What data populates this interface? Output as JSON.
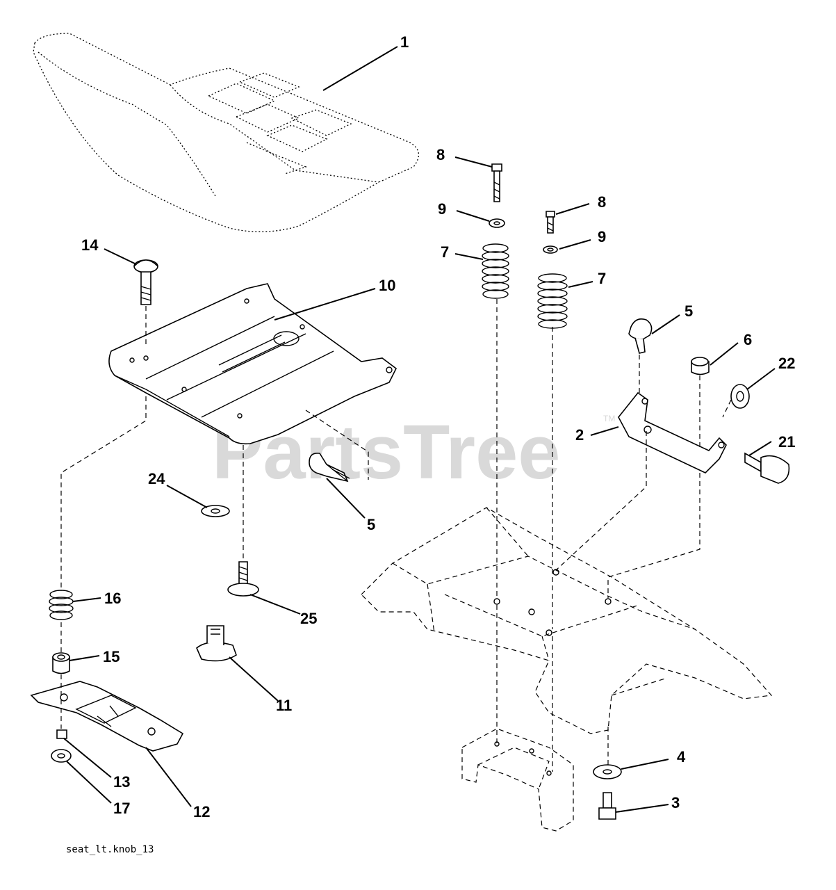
{
  "watermark": {
    "text": "PartsTree",
    "trademark": "TM"
  },
  "caption": "seat_lt.knob_13",
  "callouts": [
    {
      "id": "c1",
      "label": "1"
    },
    {
      "id": "c2",
      "label": "2"
    },
    {
      "id": "c3",
      "label": "3"
    },
    {
      "id": "c4",
      "label": "4"
    },
    {
      "id": "c5a",
      "label": "5"
    },
    {
      "id": "c5b",
      "label": "5"
    },
    {
      "id": "c6",
      "label": "6"
    },
    {
      "id": "c7a",
      "label": "7"
    },
    {
      "id": "c7b",
      "label": "7"
    },
    {
      "id": "c8a",
      "label": "8"
    },
    {
      "id": "c8b",
      "label": "8"
    },
    {
      "id": "c9a",
      "label": "9"
    },
    {
      "id": "c9b",
      "label": "9"
    },
    {
      "id": "c10",
      "label": "10"
    },
    {
      "id": "c11",
      "label": "11"
    },
    {
      "id": "c12",
      "label": "12"
    },
    {
      "id": "c13",
      "label": "13"
    },
    {
      "id": "c14",
      "label": "14"
    },
    {
      "id": "c15",
      "label": "15"
    },
    {
      "id": "c16",
      "label": "16"
    },
    {
      "id": "c17",
      "label": "17"
    },
    {
      "id": "c21",
      "label": "21"
    },
    {
      "id": "c22",
      "label": "22"
    },
    {
      "id": "c24",
      "label": "24"
    },
    {
      "id": "c25",
      "label": "25"
    }
  ]
}
